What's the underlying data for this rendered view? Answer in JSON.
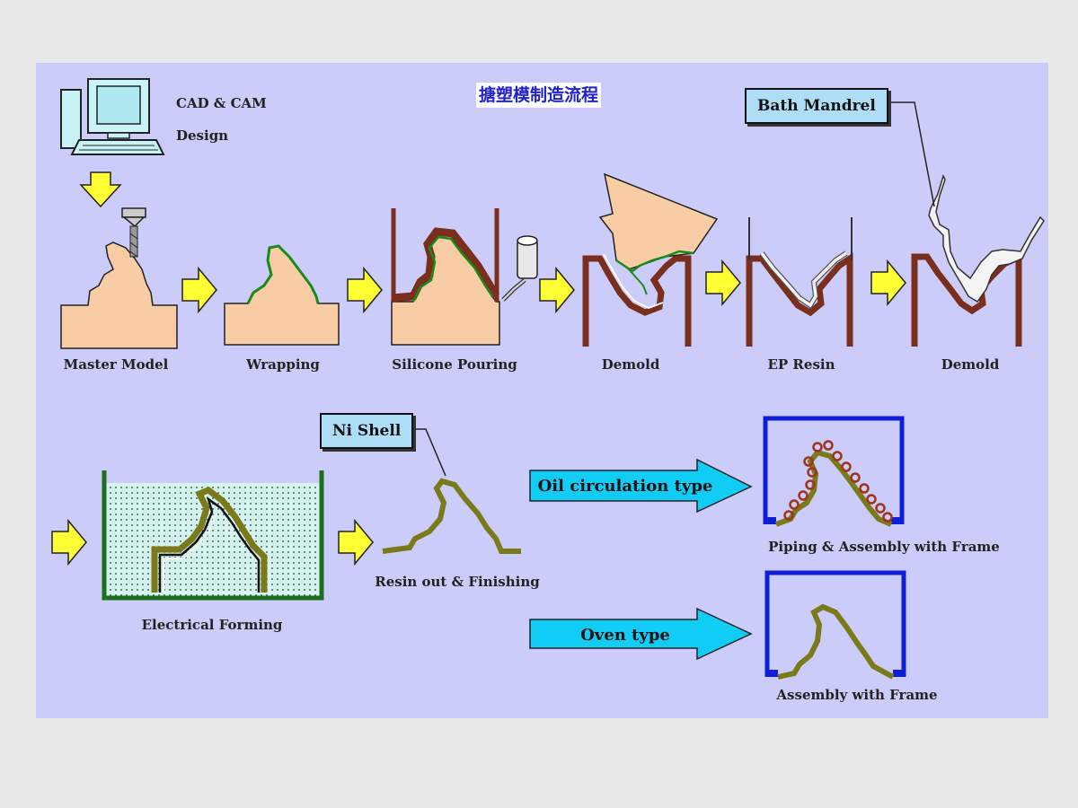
{
  "title": "搪塑模制造流程",
  "design": {
    "line1": "CAD & CAM",
    "line2": "Design"
  },
  "callouts": {
    "bath_mandrel": "Bath Mandrel",
    "ni_shell": "Ni Shell"
  },
  "steps": {
    "master_model": "Master Model",
    "wrapping": "Wrapping",
    "silicone_pouring": "Silicone Pouring",
    "demold_1": "Demold",
    "ep_resin": "EP Resin",
    "demold_2": "Demold",
    "electrical_forming": "Electrical Forming",
    "resin_out": "Resin out & Finishing",
    "piping_assembly": "Piping & Assembly with Frame",
    "assembly_frame": "Assembly with Frame"
  },
  "types": {
    "oil": "Oil circulation type",
    "oven": "Oven type"
  },
  "colors": {
    "panel": "#ccccfa",
    "model_fill": "#f8cca4",
    "arrow_yellow": "#ffff33",
    "arrow_cyan": "#11ccf4",
    "mold_brown": "#7a2e1c",
    "wrap_green": "#1a8a1a",
    "shell_olive": "#7b7a1a",
    "frame_blue": "#0f1fd8",
    "tank_green": "#1c6f1c",
    "callout_fill": "#aeddf8"
  }
}
